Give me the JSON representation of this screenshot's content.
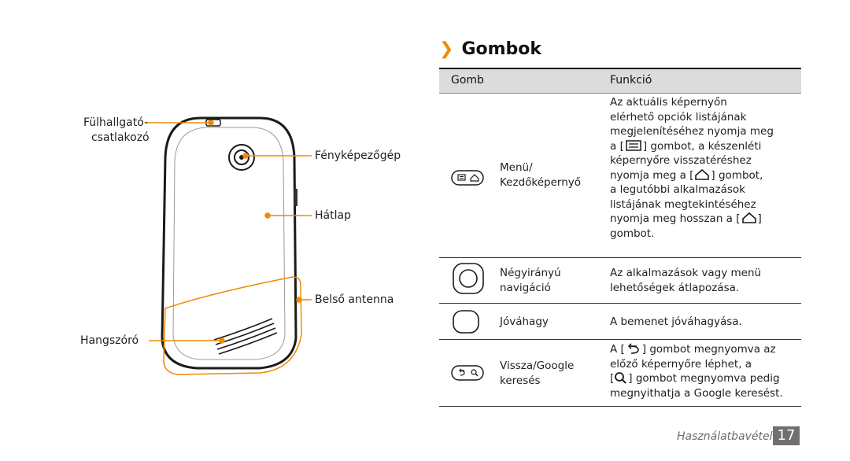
{
  "illustration": {
    "callouts": {
      "headset_jack_line1": "Fülhallgató-",
      "headset_jack_line2": "csatlakozó",
      "camera": "Fényképezőgép",
      "back_cover": "Hátlap",
      "internal_antenna": "Belső antenna",
      "speaker": "Hangszóró"
    },
    "accent_color": "#f08a00"
  },
  "section": {
    "title": "Gombok",
    "chevron": "❯"
  },
  "table": {
    "headers": [
      "Gomb",
      "Funkció"
    ],
    "rows": [
      {
        "icon": "menu-home-key-icon",
        "name_lines": [
          "Menü/",
          "Kezdőképernyő"
        ],
        "function_lines": [
          "Az aktuális képernyőn",
          "elérhető opciók listájának",
          "megjelenítéséhez nyomja meg",
          "a [",
          "] gombot, a készenléti",
          "képernyőre visszatéréshez",
          "nyomja meg a [",
          "] gombot,",
          "a legutóbbi alkalmazások",
          "listájának megtekintéséhez",
          "nyomja meg hosszan a [",
          "]",
          "gombot."
        ]
      },
      {
        "icon": "navigation-key-icon",
        "name_lines": [
          "Négyirányú",
          "navigáció"
        ],
        "function_lines": [
          "Az alkalmazások vagy menü",
          "lehetőségek átlapozása."
        ]
      },
      {
        "icon": "confirm-key-icon",
        "name_lines": [
          "Jóváhagy"
        ],
        "function_lines": [
          "A bemenet jóváhagyása."
        ]
      },
      {
        "icon": "back-search-key-icon",
        "name_lines": [
          "Vissza/Google",
          "keresés"
        ],
        "function_lines": [
          "A [",
          "] gombot megnyomva az",
          "előző képernyőre léphet, a",
          "[",
          "] gombot megnyomva pedig",
          "megnyithatja a Google keresést."
        ]
      }
    ]
  },
  "footer": {
    "label": "Használatbavétel",
    "page_number": "17"
  }
}
